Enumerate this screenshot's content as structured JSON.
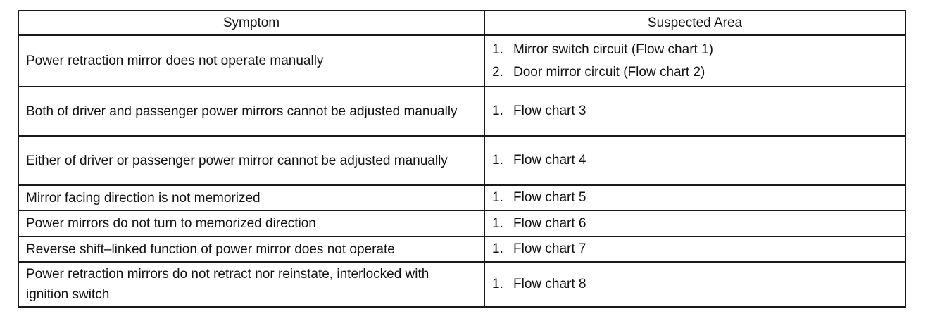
{
  "table": {
    "headers": {
      "symptom": "Symptom",
      "suspected_area": "Suspected Area"
    },
    "rows": [
      {
        "symptom": "Power retraction mirror does not operate manually",
        "areas": [
          {
            "num": "1.",
            "text": "Mirror switch circuit (Flow chart 1)"
          },
          {
            "num": "2.",
            "text": "Door mirror circuit (Flow chart 2)"
          }
        ]
      },
      {
        "symptom": "Both of driver and passenger power mirrors cannot be adjusted manually",
        "areas": [
          {
            "num": "1.",
            "text": "Flow chart 3"
          }
        ]
      },
      {
        "symptom": "Either of driver or passenger power mirror cannot be adjusted manually",
        "areas": [
          {
            "num": "1.",
            "text": "Flow chart 4"
          }
        ]
      },
      {
        "symptom": "Mirror facing direction is not memorized",
        "areas": [
          {
            "num": "1.",
            "text": "Flow chart 5"
          }
        ]
      },
      {
        "symptom": "Power mirrors do not turn to memorized direction",
        "areas": [
          {
            "num": "1.",
            "text": "Flow chart 6"
          }
        ]
      },
      {
        "symptom": "Reverse shift–linked function of power mirror does not operate",
        "areas": [
          {
            "num": "1.",
            "text": "Flow chart 7"
          }
        ]
      },
      {
        "symptom": "Power retraction mirrors do not retract nor reinstate, interlocked with ignition switch",
        "areas": [
          {
            "num": "1.",
            "text": "Flow chart 8"
          }
        ]
      }
    ]
  }
}
